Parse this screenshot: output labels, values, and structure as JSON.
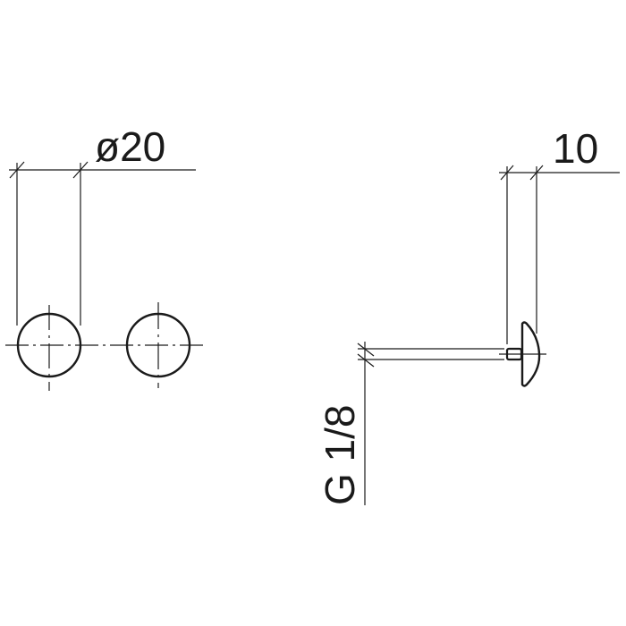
{
  "drawing": {
    "front_view": {
      "dimension_label": "ø20",
      "circle_count": 2
    },
    "side_view": {
      "length_label": "10",
      "thread_label": "G 1/8"
    },
    "colors": {
      "line": "#1a1a1a",
      "background": "#ffffff"
    }
  }
}
